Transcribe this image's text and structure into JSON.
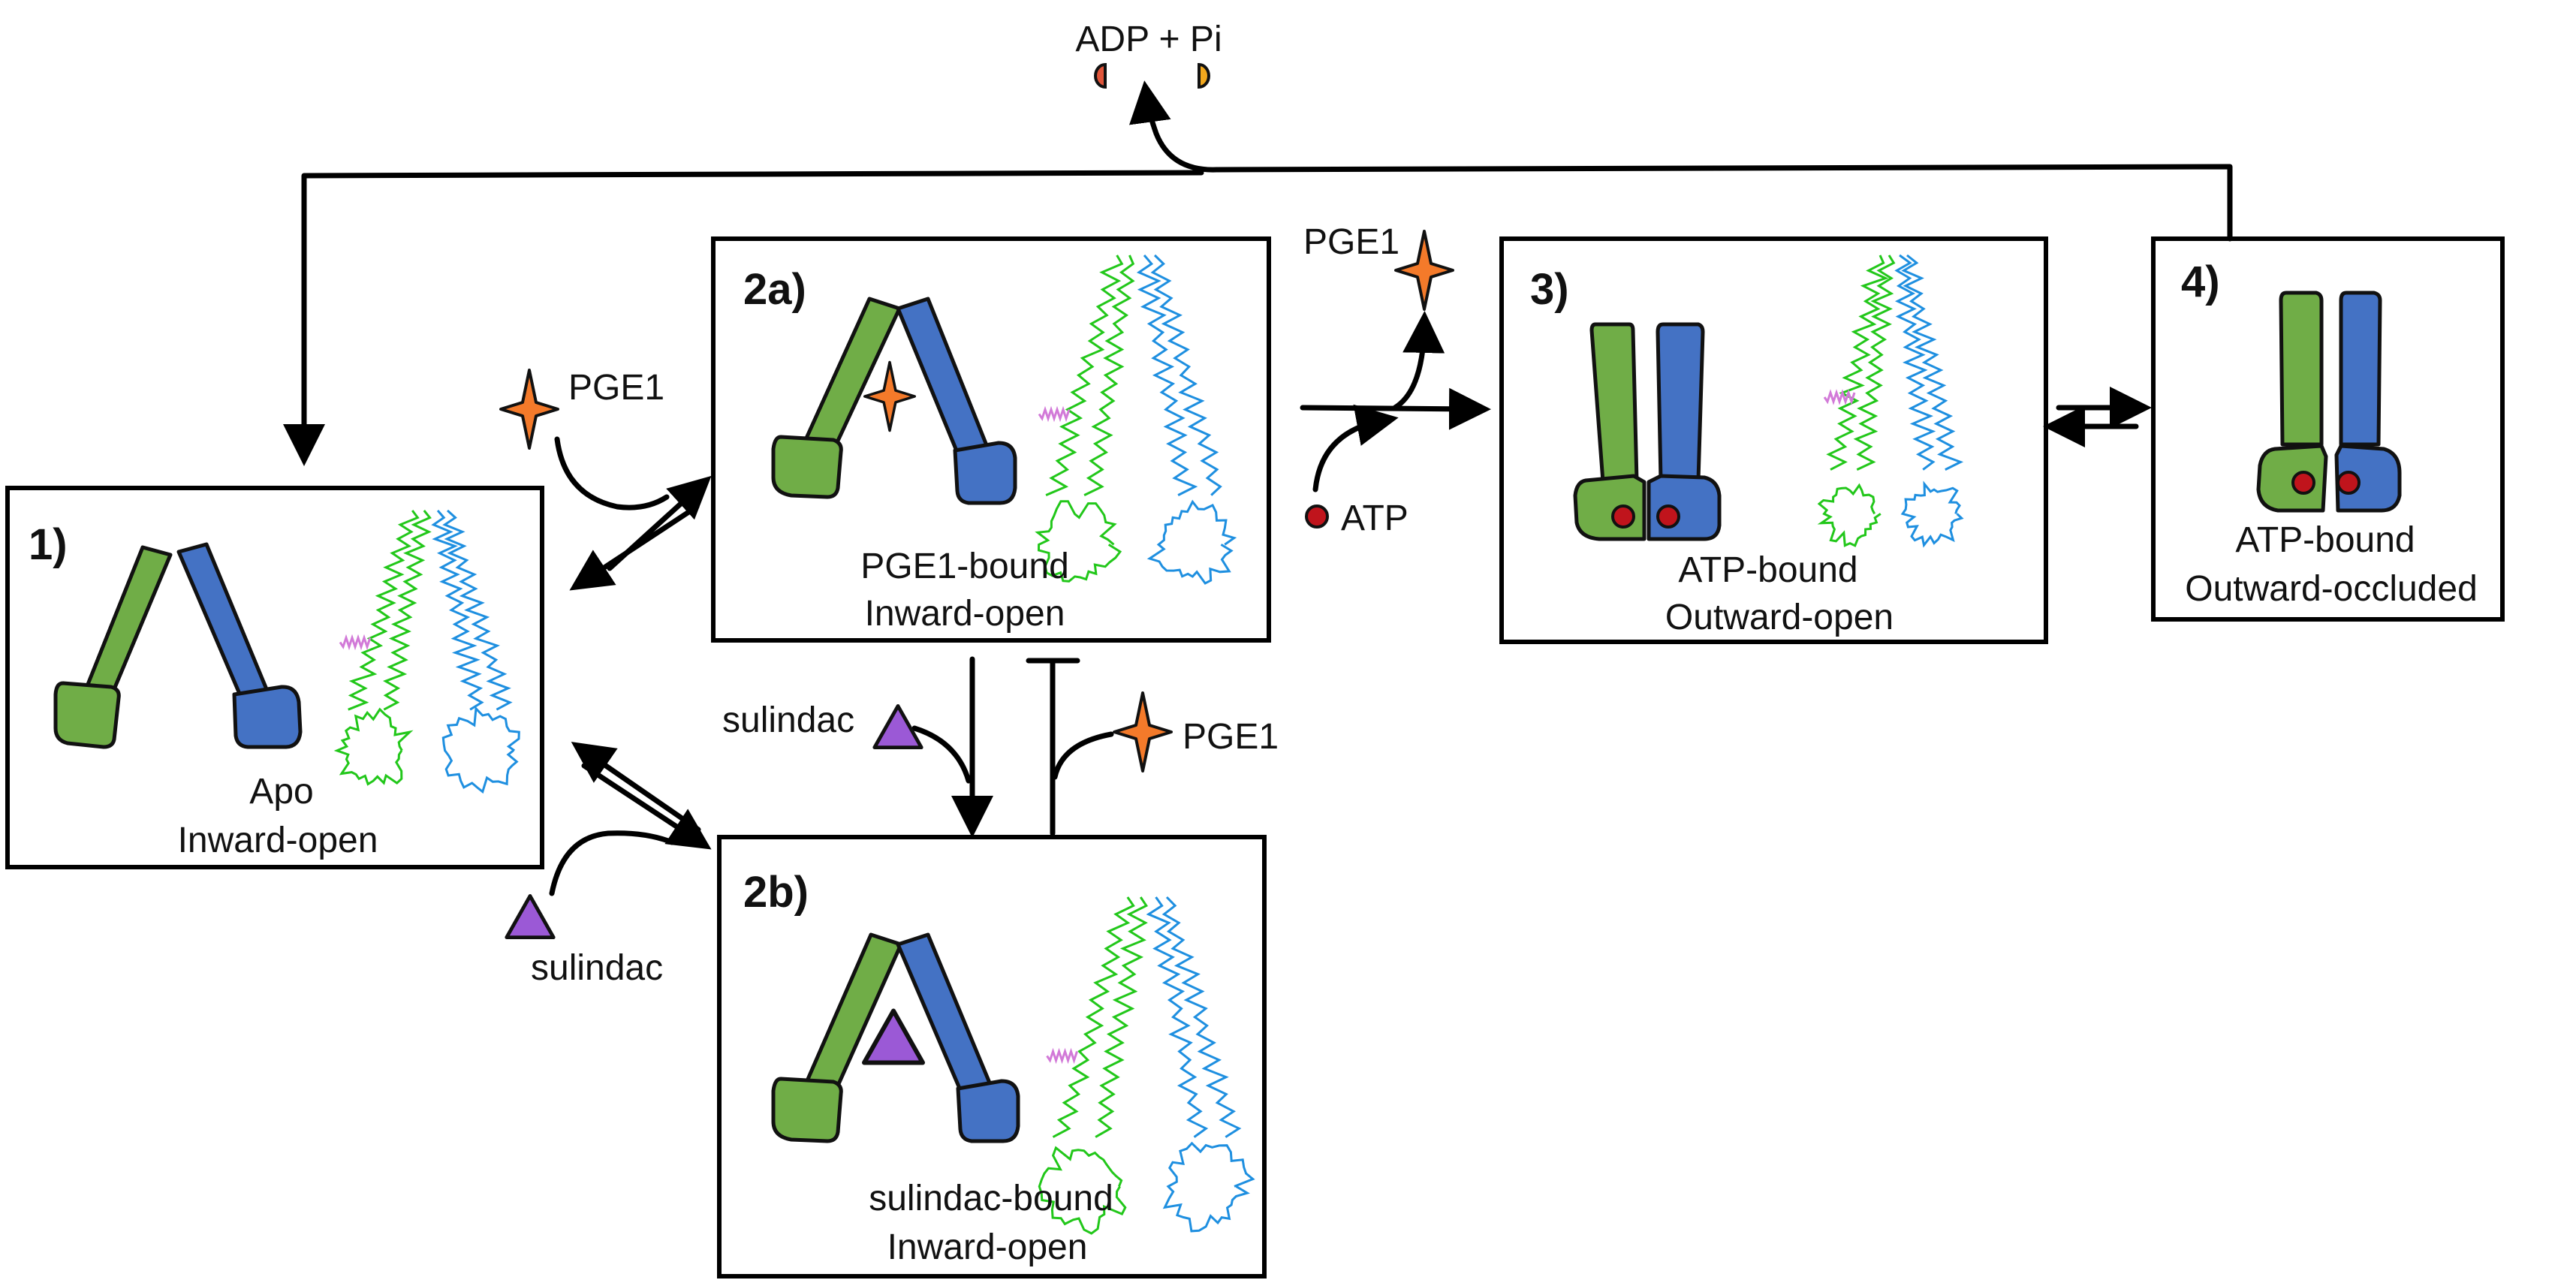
{
  "colors": {
    "green_domain": "#70ad47",
    "blue_domain": "#4472c4",
    "pge1_star": "#f47a2a",
    "sulindac_triangle": "#9b59d6",
    "atp_dot": "#c0141c",
    "adp_half": "#e0553a",
    "pi_half": "#f2a81d",
    "ribbon_green": "#22c71a",
    "ribbon_blue": "#1e8fe0",
    "ribbon_pink": "#d27ad8"
  },
  "states": [
    {
      "id": "1",
      "number": "1)",
      "line1": "Apo",
      "line2": "Inward-open"
    },
    {
      "id": "2a",
      "number": "2a)",
      "line1": "PGE1-bound",
      "line2": "Inward-open"
    },
    {
      "id": "2b",
      "number": "2b)",
      "line1": "sulindac-bound",
      "line2": "Inward-open"
    },
    {
      "id": "3",
      "number": "3)",
      "line1": "ATP-bound",
      "line2": "Outward-open"
    },
    {
      "id": "4",
      "number": "4)",
      "line1": "ATP-bound",
      "line2": "Outward-occluded"
    }
  ],
  "ligands": {
    "pge1": "PGE1",
    "sulindac": "sulindac",
    "atp": "ATP",
    "adp_pi": "ADP + Pi"
  },
  "icons": {
    "pge1": "four-point-star-icon",
    "sulindac": "triangle-icon",
    "atp": "red-dot-icon",
    "structure": "protein-ribbon-structure-icon"
  }
}
